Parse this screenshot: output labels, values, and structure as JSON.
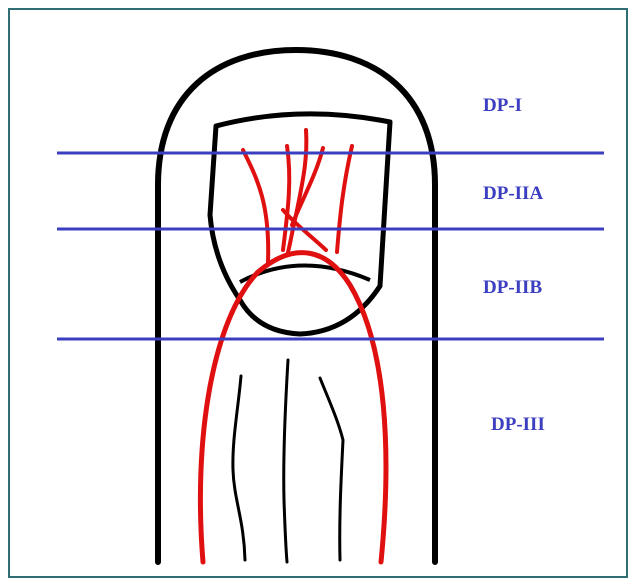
{
  "zones": [
    {
      "label": "DP-I"
    },
    {
      "label": "DP-IIA"
    },
    {
      "label": "DP-IIB"
    },
    {
      "label": "DP-III"
    }
  ],
  "colors": {
    "level_line": "#3b3fbf",
    "label": "#3b3fbf",
    "outline": "#000000",
    "vessel": "#e01010",
    "frame_border": "#2f6f74"
  }
}
